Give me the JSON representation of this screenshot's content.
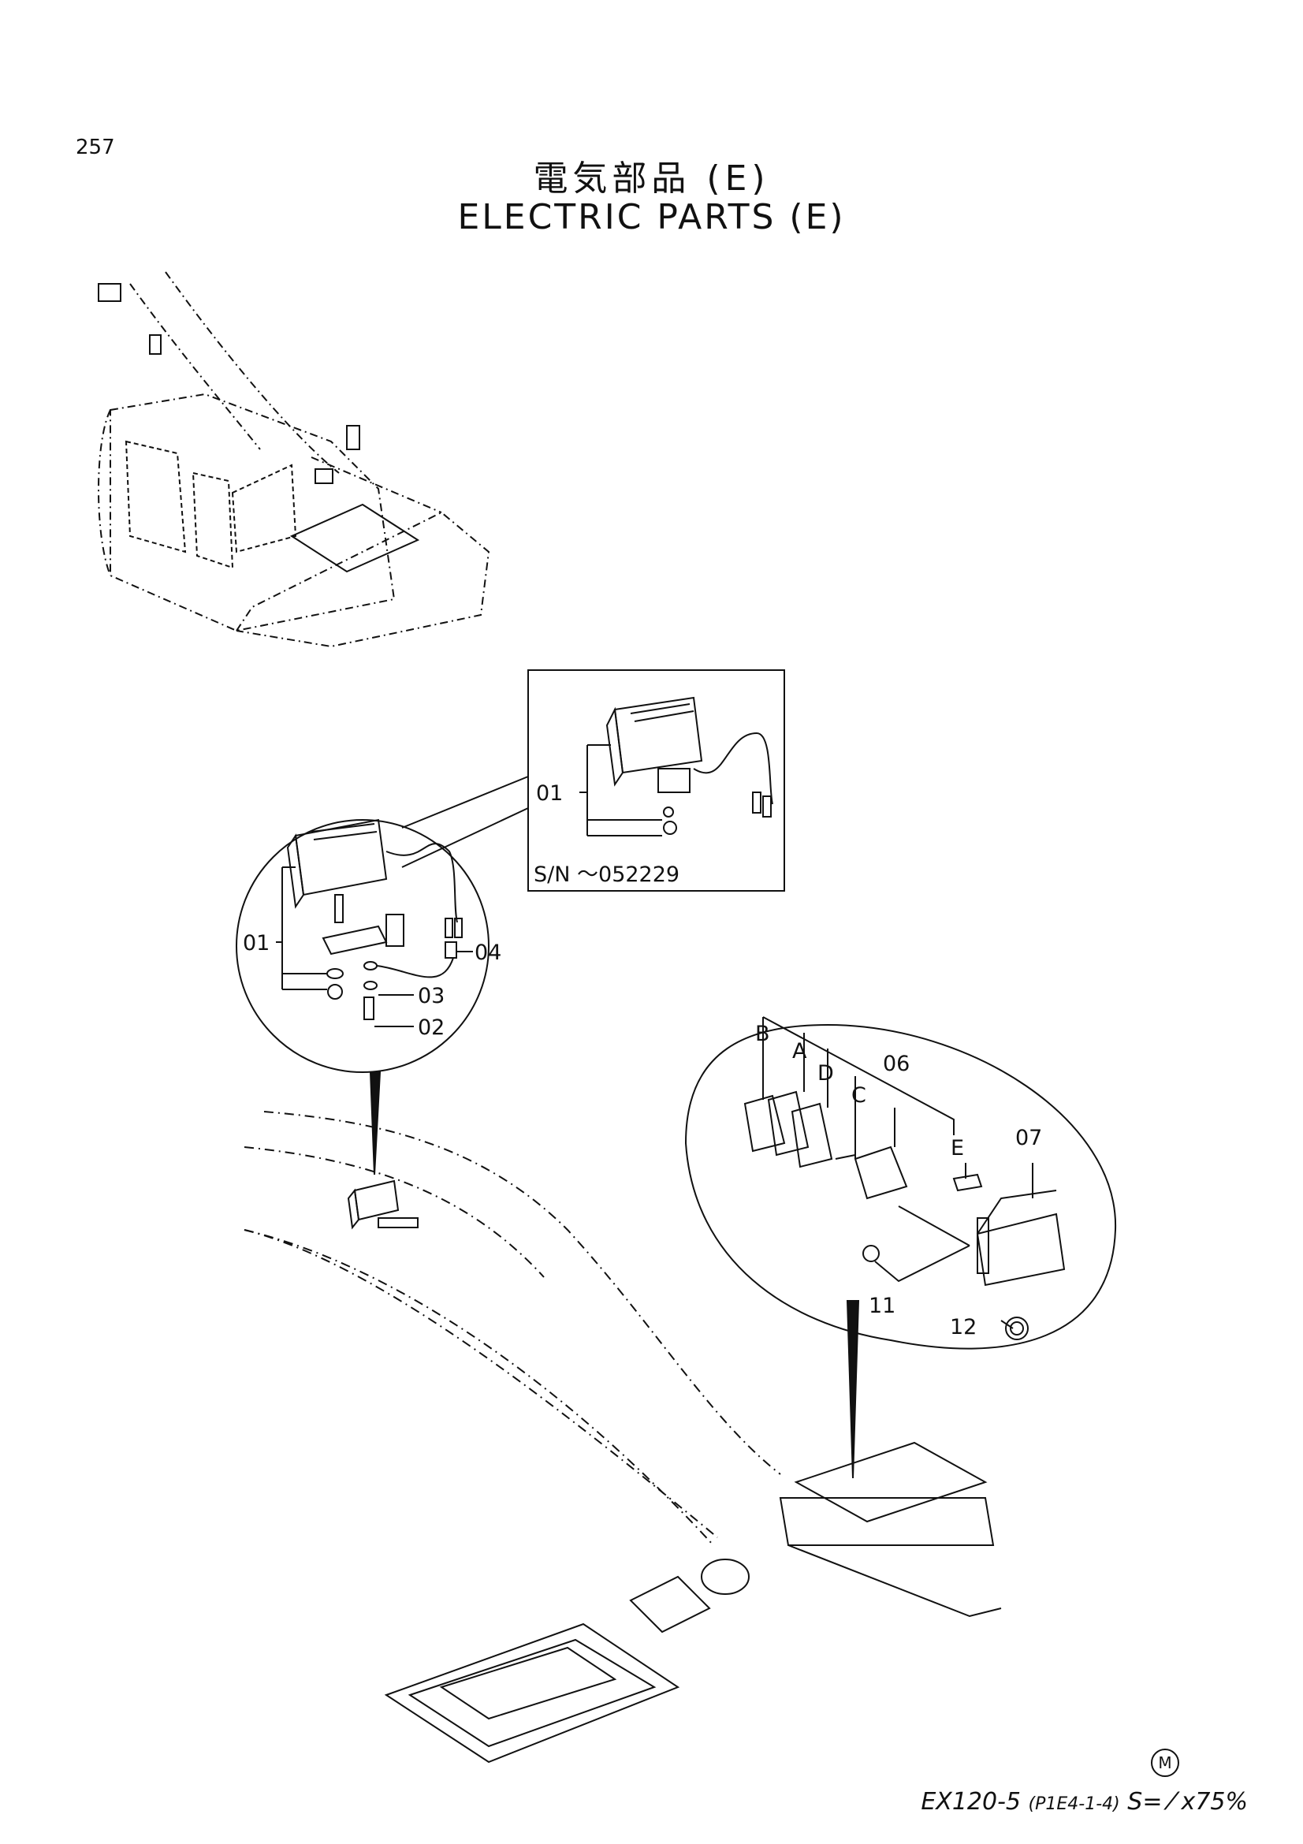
{
  "header": {
    "page_number": "257",
    "title_jp": "電気部品 (E)",
    "title_en": "ELECTRIC PARTS (E)"
  },
  "inset_box": {
    "part_label": "01",
    "serial_note": "S/N  ～052229"
  },
  "left_detail": {
    "labels": [
      "01",
      "04",
      "03",
      "02"
    ]
  },
  "right_detail": {
    "labels": [
      "B",
      "A",
      "D",
      "C",
      "06",
      "E",
      "07",
      "11",
      "12"
    ]
  },
  "footer": {
    "model": "EX120-5",
    "code": "(P1E4-1-4)",
    "scale": "S= ⁄ x75%",
    "mark": "M"
  }
}
